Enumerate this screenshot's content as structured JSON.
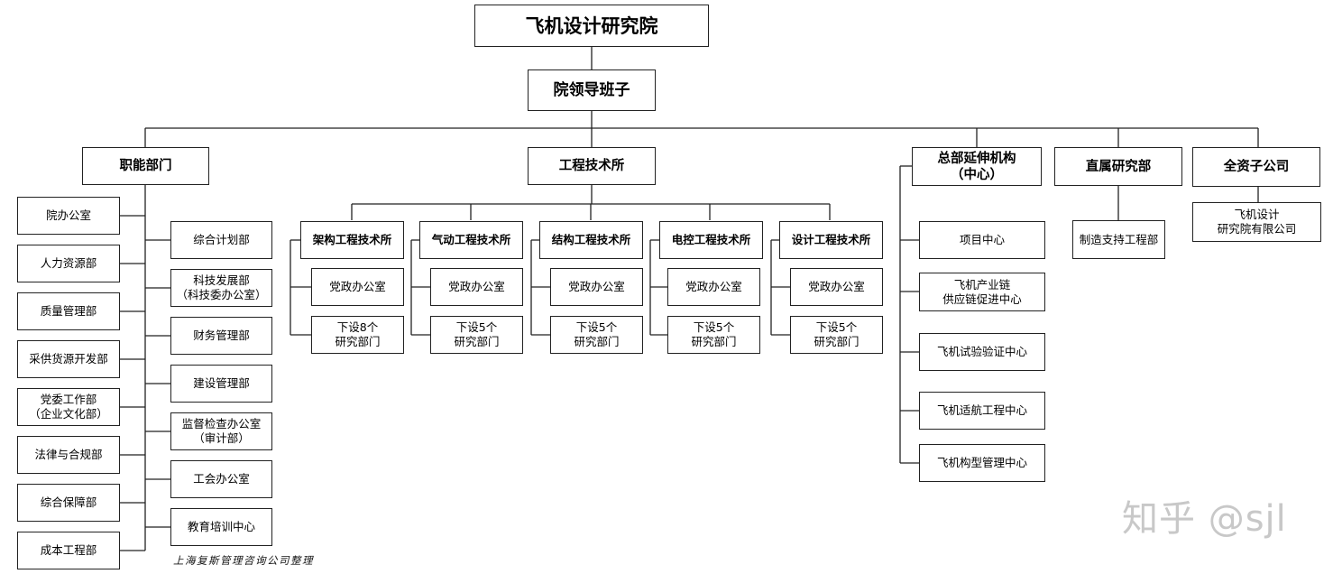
{
  "title": "飞机设计研究院",
  "leadership": "院领导班子",
  "groups": {
    "functional": "职能部门",
    "engineering": "工程技术所",
    "extension": "总部延伸机构\n（中心）",
    "direct": "直属研究部",
    "subsidiary": "全资子公司"
  },
  "functional_left": [
    "院办公室",
    "人力资源部",
    "质量管理部",
    "采供货源开发部",
    "党委工作部\n（企业文化部）",
    "法律与合规部",
    "综合保障部",
    "成本工程部"
  ],
  "functional_right": [
    "综合计划部",
    "科技发展部\n（科技委办公室）",
    "财务管理部",
    "建设管理部",
    "监督检查办公室\n（审计部）",
    "工会办公室",
    "教育培训中心"
  ],
  "institutes": [
    {
      "name": "架构工程技术所",
      "office": "党政办公室",
      "sub": "下设8个\n研究部门"
    },
    {
      "name": "气动工程技术所",
      "office": "党政办公室",
      "sub": "下设5个\n研究部门"
    },
    {
      "name": "结构工程技术所",
      "office": "党政办公室",
      "sub": "下设5个\n研究部门"
    },
    {
      "name": "电控工程技术所",
      "office": "党政办公室",
      "sub": "下设5个\n研究部门"
    },
    {
      "name": "设计工程技术所",
      "office": "党政办公室",
      "sub": "下设5个\n研究部门"
    }
  ],
  "extension_items": [
    "项目中心",
    "飞机产业链\n供应链促进中心",
    "飞机试验验证中心",
    "飞机适航工程中心",
    "飞机构型管理中心"
  ],
  "direct_items": [
    "制造支持工程部"
  ],
  "subsidiary_items": [
    "飞机设计\n研究院有限公司"
  ],
  "footnote": "上海复斯管理咨询公司整理",
  "watermark": "知乎 @sjl"
}
